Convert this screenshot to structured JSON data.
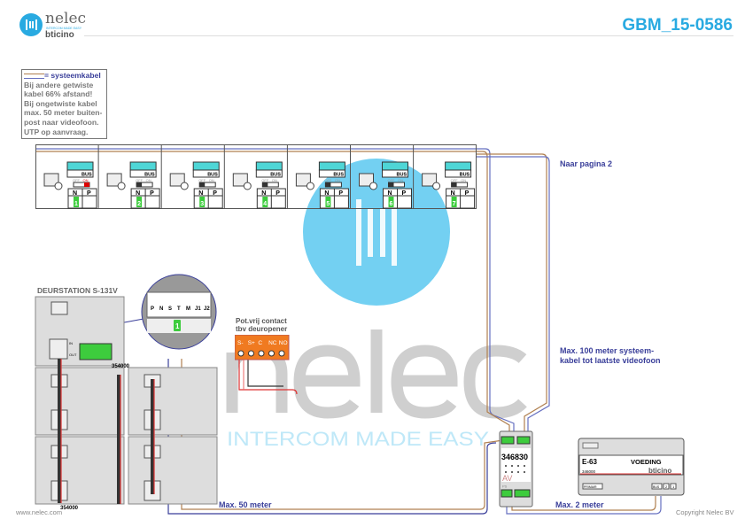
{
  "header": {
    "logo_name": "nelec",
    "logo_tagline": "INTERCOM MADE EASY",
    "logo_brand": "bticino",
    "document_code": "GBM_15-0586"
  },
  "legend": {
    "cable_label": "= systeemkabel",
    "lines": [
      "Bij andere getwiste",
      "kabel 66% afstand!",
      "Bij ongetwiste kabel",
      "max. 50 meter buiten-",
      "post naar videofoon.",
      "UTP op aanvraag."
    ]
  },
  "videophones": {
    "units": [
      {
        "number": "1",
        "switch": "ON"
      },
      {
        "number": "2",
        "switch": "OFF"
      },
      {
        "number": "3",
        "switch": "OFF"
      },
      {
        "number": "4",
        "switch": "OFF"
      },
      {
        "number": "5",
        "switch": "OFF"
      },
      {
        "number": "6",
        "switch": "OFF"
      },
      {
        "number": "7",
        "switch": "OFF"
      }
    ],
    "bus_label": "BUS",
    "off_label": "OFF",
    "on_label": "ON",
    "n_label": "N",
    "p_label": "P"
  },
  "annotations": {
    "to_page_2": "Naar pagina 2",
    "max_100": [
      "Max. 100 meter systeem-",
      "kabel tot laatste videofoon"
    ],
    "max_50": "Max. 50 meter",
    "max_2": "Max. 2 meter"
  },
  "door_station": {
    "title": "DEURSTATION S-131V",
    "module_label": "354000",
    "in_label": "IN",
    "out_label": "OUT",
    "terminals": [
      "P",
      "N",
      "S",
      "T",
      "M",
      "J1",
      "J2"
    ],
    "address": "1"
  },
  "relay": {
    "title": [
      "Pot.vrij contact",
      "tbv deuropener"
    ],
    "terminals": [
      "S-",
      "S+",
      "C",
      "NC",
      "NO"
    ]
  },
  "av_module": {
    "code": "346830",
    "label": "AV",
    "ps_label": "PS"
  },
  "power_supply": {
    "model": "E-63",
    "name": "VOEDING",
    "code": "346000",
    "brand": "bticino",
    "primair": "PRIMAIR",
    "bus": "BUS",
    "t2": "2",
    "t1": "1"
  },
  "watermark": {
    "name": "nelec",
    "tagline": "INTERCOM MADE EASY"
  },
  "footer": {
    "website": "www.nelec.com",
    "copyright": "Copyright Nelec BV"
  },
  "colors": {
    "accent": "#29aae1",
    "cable_blue": "#3a3f9a",
    "cable_brown": "#b08050",
    "relay_orange": "#f07a20",
    "terminal_green": "#3dcc3d"
  }
}
